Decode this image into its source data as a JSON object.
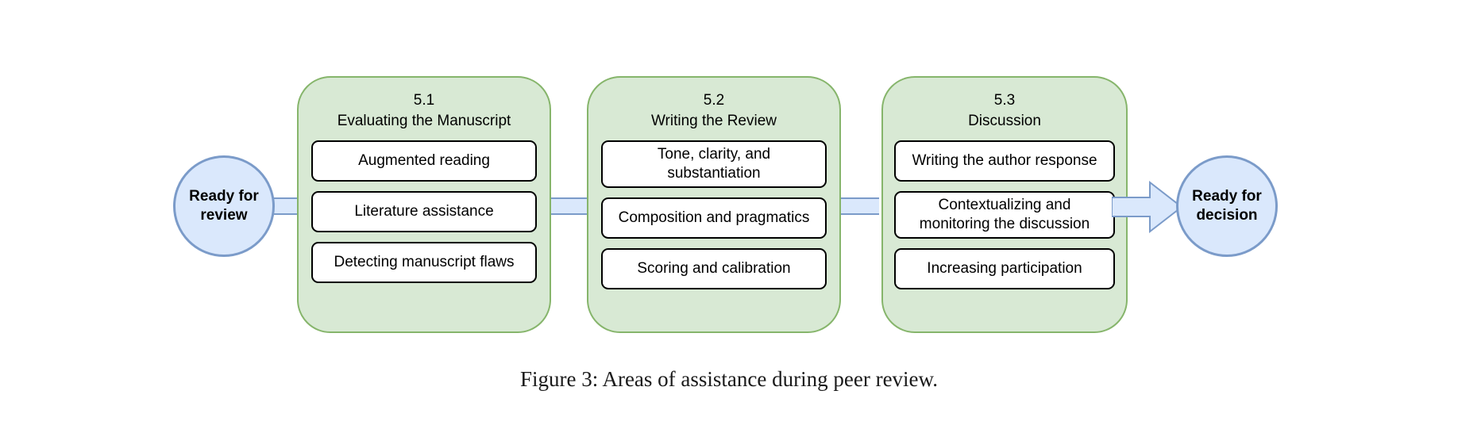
{
  "figure": {
    "caption": "Figure 3: Areas of assistance during peer review."
  },
  "colors": {
    "panel_fill": "#d8e9d4",
    "panel_border": "#86b56b",
    "circle_fill": "#dae8fc",
    "circle_border": "#7b9bc9",
    "item_fill": "#ffffff",
    "item_border": "#000000"
  },
  "terminals": {
    "start": {
      "label": "Ready for\nreview"
    },
    "end": {
      "label": "Ready for\ndecision"
    }
  },
  "stages": [
    {
      "number": "5.1",
      "title": "Evaluating the Manuscript",
      "items": [
        {
          "label": "Augmented reading"
        },
        {
          "label": "Literature assistance"
        },
        {
          "label": "Detecting manuscript flaws"
        }
      ]
    },
    {
      "number": "5.2",
      "title": "Writing the Review",
      "items": [
        {
          "label": "Tone, clarity, and\nsubstantiation"
        },
        {
          "label": "Composition and pragmatics"
        },
        {
          "label": "Scoring and calibration"
        }
      ]
    },
    {
      "number": "5.3",
      "title": "Discussion",
      "items": [
        {
          "label": "Writing the author response"
        },
        {
          "label": "Contextualizing and\nmonitoring the discussion"
        },
        {
          "label": "Increasing participation"
        }
      ]
    }
  ],
  "connectors": [
    {
      "name": "start-to-stage-1"
    },
    {
      "name": "stage-1-to-stage-2"
    },
    {
      "name": "stage-2-to-stage-3"
    },
    {
      "name": "stage-3-to-end-arrow"
    }
  ]
}
